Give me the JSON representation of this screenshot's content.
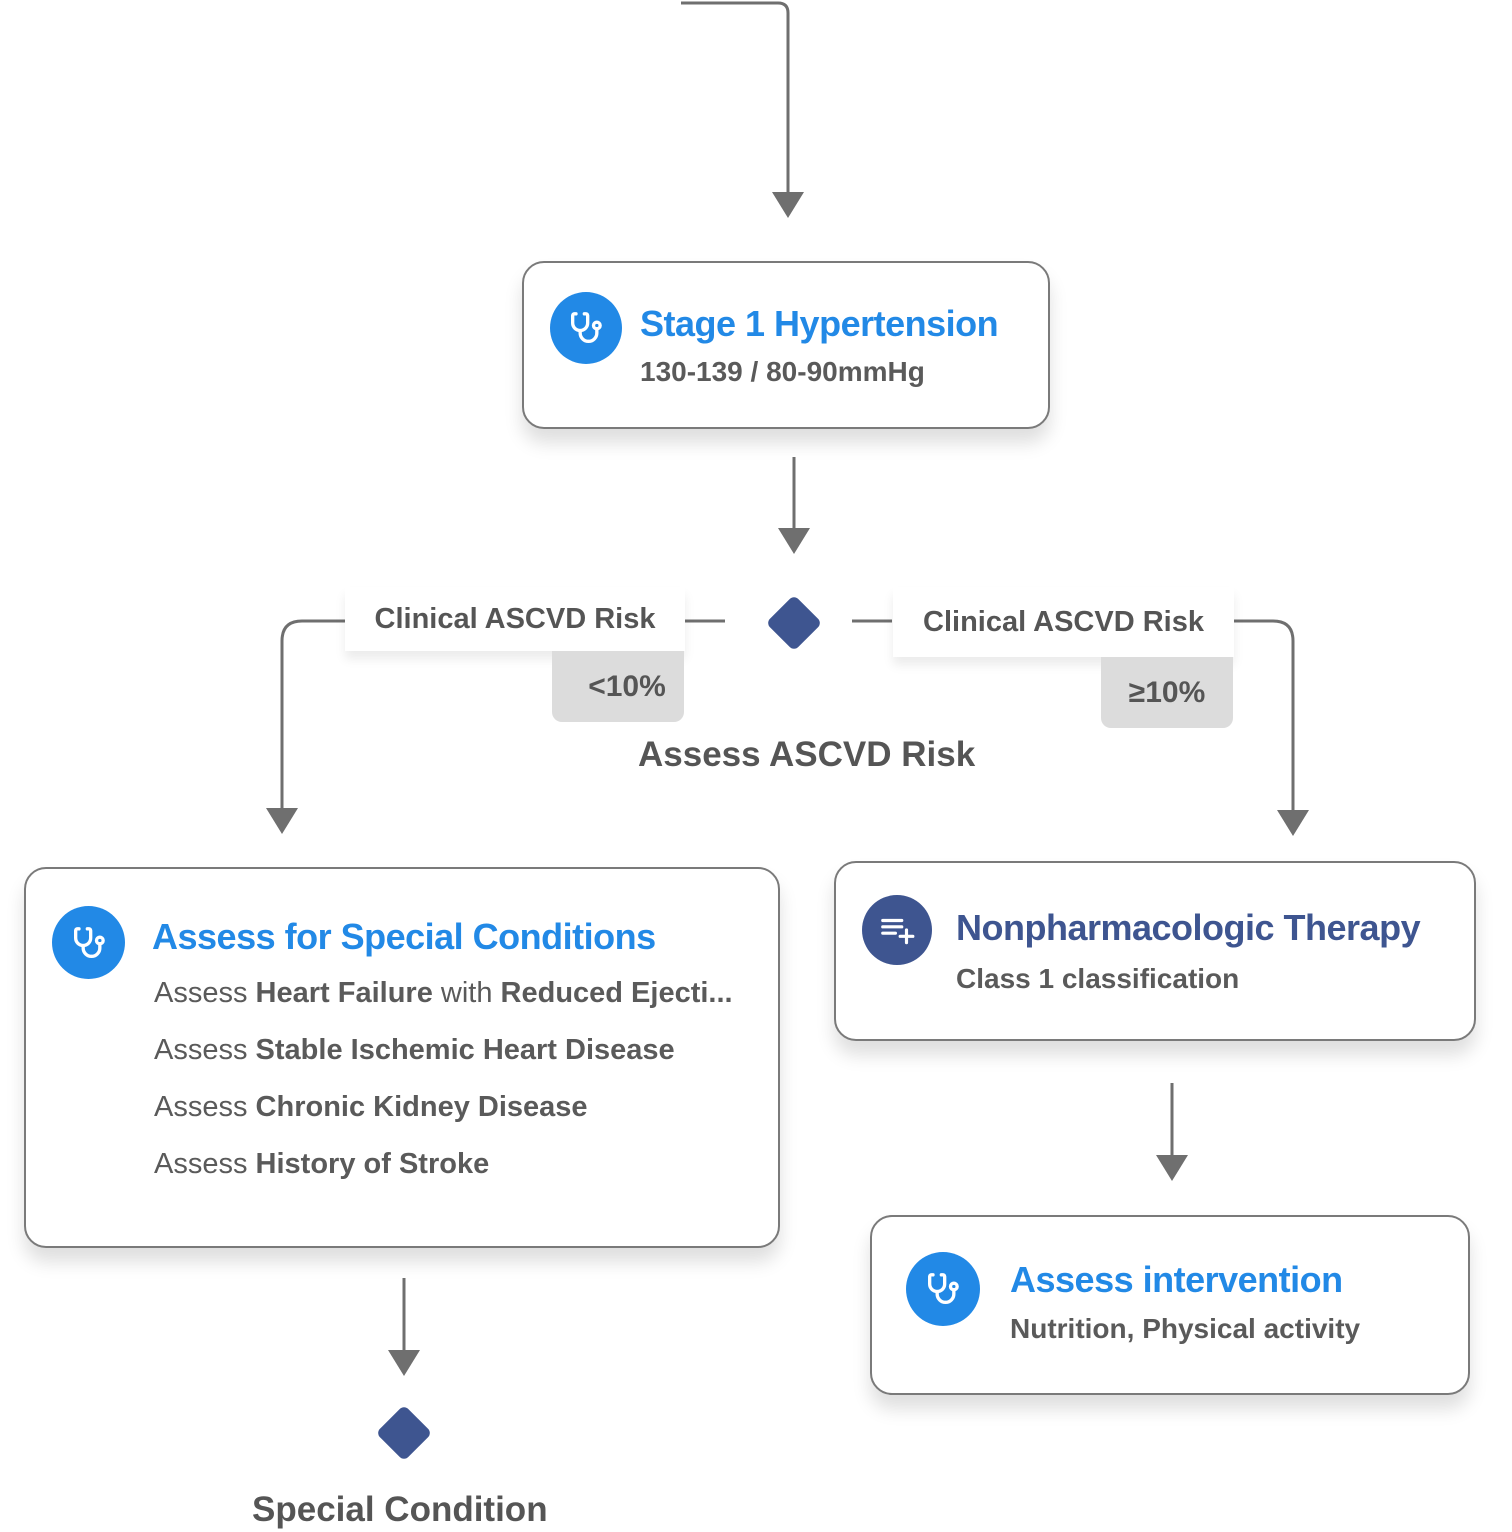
{
  "colors": {
    "accent_blue": "#2289e6",
    "navy": "#3e5590",
    "connector": "#6f6f6f",
    "badge_bg": "#dcdcdc",
    "text": "#555555"
  },
  "stage_card": {
    "icon": "stethoscope-icon",
    "title": "Stage 1 Hypertension",
    "subtitle": "130-139 / 80-90mmHg"
  },
  "decision": {
    "caption": "Assess ASCVD Risk",
    "left_branch": {
      "label": "Clinical ASCVD Risk",
      "badge": "<10%"
    },
    "right_branch": {
      "label": "Clinical ASCVD Risk",
      "badge": "≥10%"
    }
  },
  "special_card": {
    "icon": "stethoscope-icon",
    "title": "Assess for Special Conditions",
    "items": [
      {
        "prefix": "Assess",
        "parts": [
          "Heart Failure",
          " with ",
          "Reduced Ejecti..."
        ]
      },
      {
        "prefix": "Assess",
        "parts": [
          "Stable Ischemic Heart Disease"
        ]
      },
      {
        "prefix": "Assess",
        "parts": [
          "Chronic Kidney Disease"
        ]
      },
      {
        "prefix": "Assess",
        "parts": [
          "History of Stroke"
        ]
      }
    ]
  },
  "special_decision": {
    "caption": "Special Condition"
  },
  "nonpharm_card": {
    "icon": "playlist-add-icon",
    "title": "Nonpharmacologic Therapy",
    "subtitle": "Class 1 classification"
  },
  "intervention_card": {
    "icon": "stethoscope-icon",
    "title": "Assess intervention",
    "subtitle": "Nutrition, Physical activity"
  }
}
